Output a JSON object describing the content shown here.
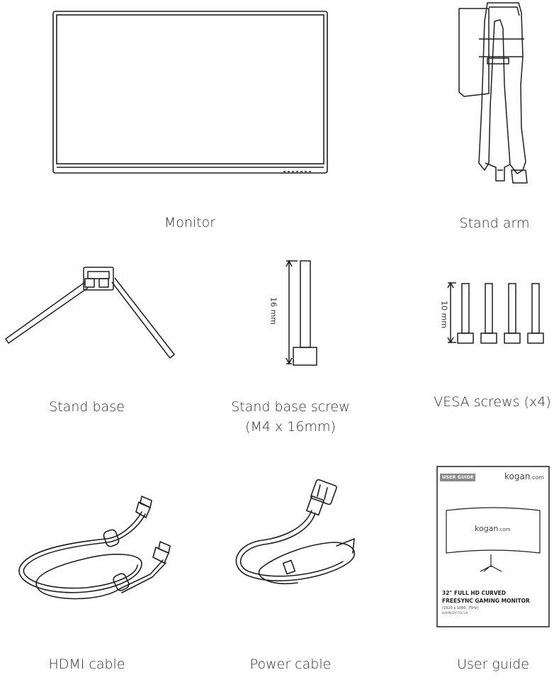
{
  "items": {
    "monitor": {
      "caption": "Monitor"
    },
    "stand_arm": {
      "caption": "Stand arm"
    },
    "stand_base": {
      "caption": "Stand base"
    },
    "stand_base_screw": {
      "caption_line1": "Stand base screw",
      "caption_line2": "(M4 x 16mm)",
      "dimension": "16 mm"
    },
    "vesa_screws": {
      "caption": "VESA screws (x4)",
      "dimension": "10 mm"
    },
    "hdmi_cable": {
      "caption": "HDMI cable"
    },
    "power_cable": {
      "caption": "Power cable"
    },
    "user_guide": {
      "caption": "User guide",
      "badge": "USER GUIDE",
      "brand": "kogan",
      "brand_suffix": ".com",
      "screen_brand": "kogan",
      "screen_brand_suffix": ".com",
      "title_line1": "32\" FULL HD CURVED",
      "title_line2": "FREESYNC GAMING MONITOR",
      "spec": "(1920 x 1080, 75Hz)",
      "model": "KAMN32F75CUA"
    }
  },
  "colors": {
    "line": "#1f1f1f",
    "text": "#2e2e2e",
    "badge": "#8a8a8a"
  }
}
